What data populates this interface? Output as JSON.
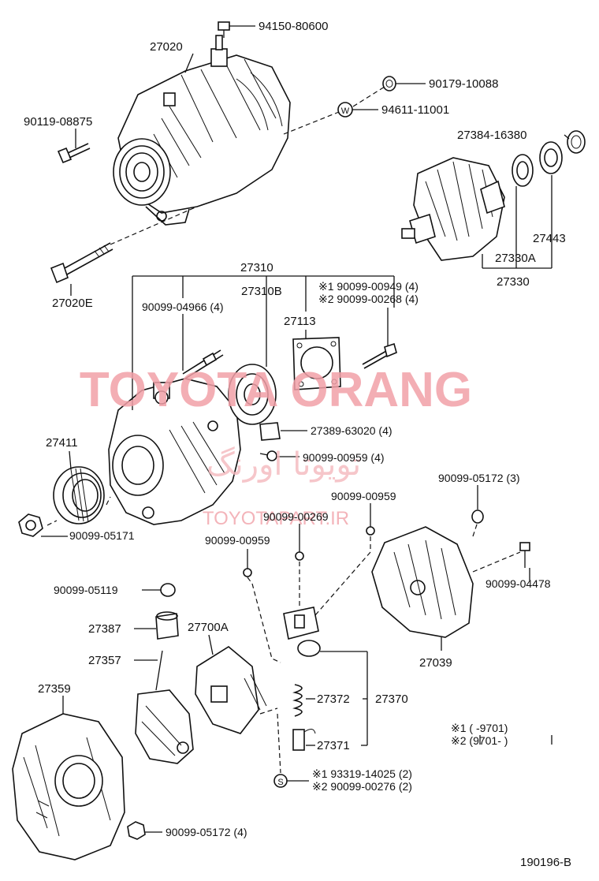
{
  "diagram": {
    "part_labels": {
      "p94150": "94150-80600",
      "p27020": "27020",
      "p90179": "90179-10088",
      "p94611": "94611-11001",
      "p90119": "90119-08875",
      "p27384": "27384-16380",
      "p27443": "27443",
      "p27330A": "27330A",
      "p27330": "27330",
      "p27020E": "27020E",
      "p27310": "27310",
      "p27310B": "27310B",
      "p90099_04966": "90099-04966 (4)",
      "p27113": "27113",
      "note1_00949": "※1 90099-00949 (4)",
      "note2_00268": "※2 90099-00268 (4)",
      "p27389": "27389-63020 (4)",
      "p90099_00959a": "90099-00959 (4)",
      "p27411": "27411",
      "p90099_05172_3": "90099-05172 (3)",
      "p90099_00959b": "90099-00959",
      "p90099_00269": "90099-00269",
      "p90099_05171": "90099-05171",
      "p90099_00959c": "90099-00959",
      "p90099_04478": "90099-04478",
      "p90099_05119": "90099-05119",
      "p27387": "27387",
      "p27700A": "27700A",
      "p27039": "27039",
      "p27357": "27357",
      "p27359": "27359",
      "p27372": "27372",
      "p27370": "27370",
      "p27371": "27371",
      "note1_93319": "※1 93319-14025 (2)",
      "note2_00276": "※2 90099-00276 (2)",
      "p90099_05172_4": "90099-05172 (4)",
      "legend1": "※1 (      -9701)",
      "legend2": "※2 (9701-      )",
      "figure_code": "190196-B"
    },
    "symbols": {
      "washer_mark": "W",
      "screw_mark": "S"
    }
  },
  "watermark": {
    "brand": "TOYOTA ORANG",
    "brand_fa": "تویوتا اورنگ",
    "url": "TOYOTAPART.IR"
  }
}
